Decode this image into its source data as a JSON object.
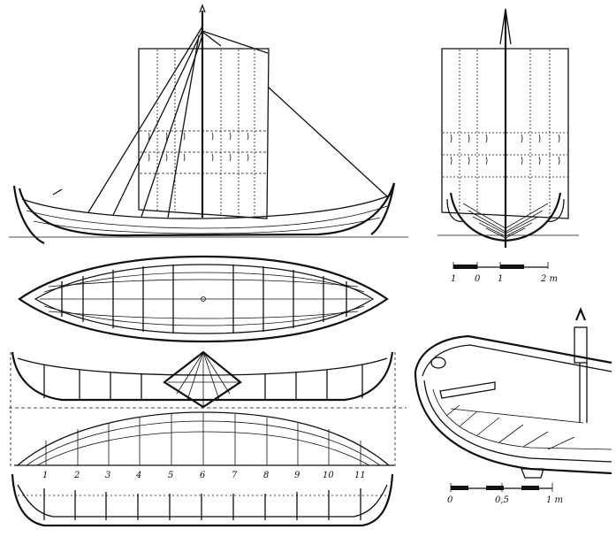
{
  "scale_small": {
    "labels": [
      "1",
      "0",
      "1",
      "2 m"
    ]
  },
  "scale_large": {
    "labels": [
      "0",
      "0,5",
      "1 m"
    ]
  },
  "station_numbers": [
    "1",
    "2",
    "3",
    "4",
    "5",
    "6",
    "7",
    "8",
    "9",
    "10",
    "11"
  ],
  "colors": {
    "ink": "#111111",
    "paper": "#ffffff"
  }
}
